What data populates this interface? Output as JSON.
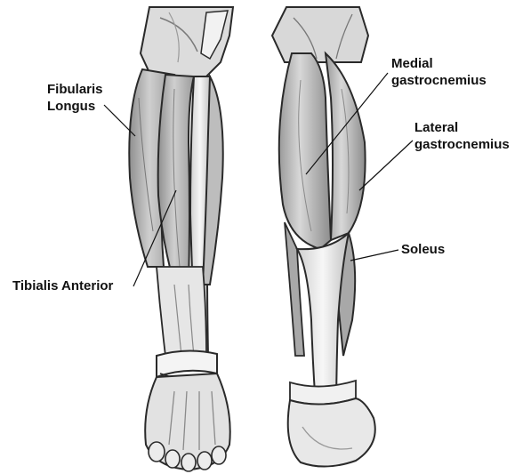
{
  "labels": {
    "fibularis_longus": [
      "Fibularis",
      "Longus"
    ],
    "tibialis_anterior": "Tibialis Anterior",
    "medial_gastrocnemius": [
      "Medial",
      "gastrocnemius"
    ],
    "lateral_gastrocnemius": [
      "Lateral",
      "gastrocnemius"
    ],
    "soleus": "Soleus"
  },
  "colors": {
    "background": "#ffffff",
    "label_text": "#111111",
    "leader_line": "#111111",
    "muscle_light": "#d4d4d4",
    "muscle_mid": "#a9a9a9",
    "muscle_dark": "#8a8a8a",
    "tendon": "#eeeeee",
    "outline": "#2a2a2a"
  },
  "icons": {
    "front_leg": "anterior-lower-leg-illustration",
    "back_leg": "posterior-lower-leg-illustration"
  }
}
